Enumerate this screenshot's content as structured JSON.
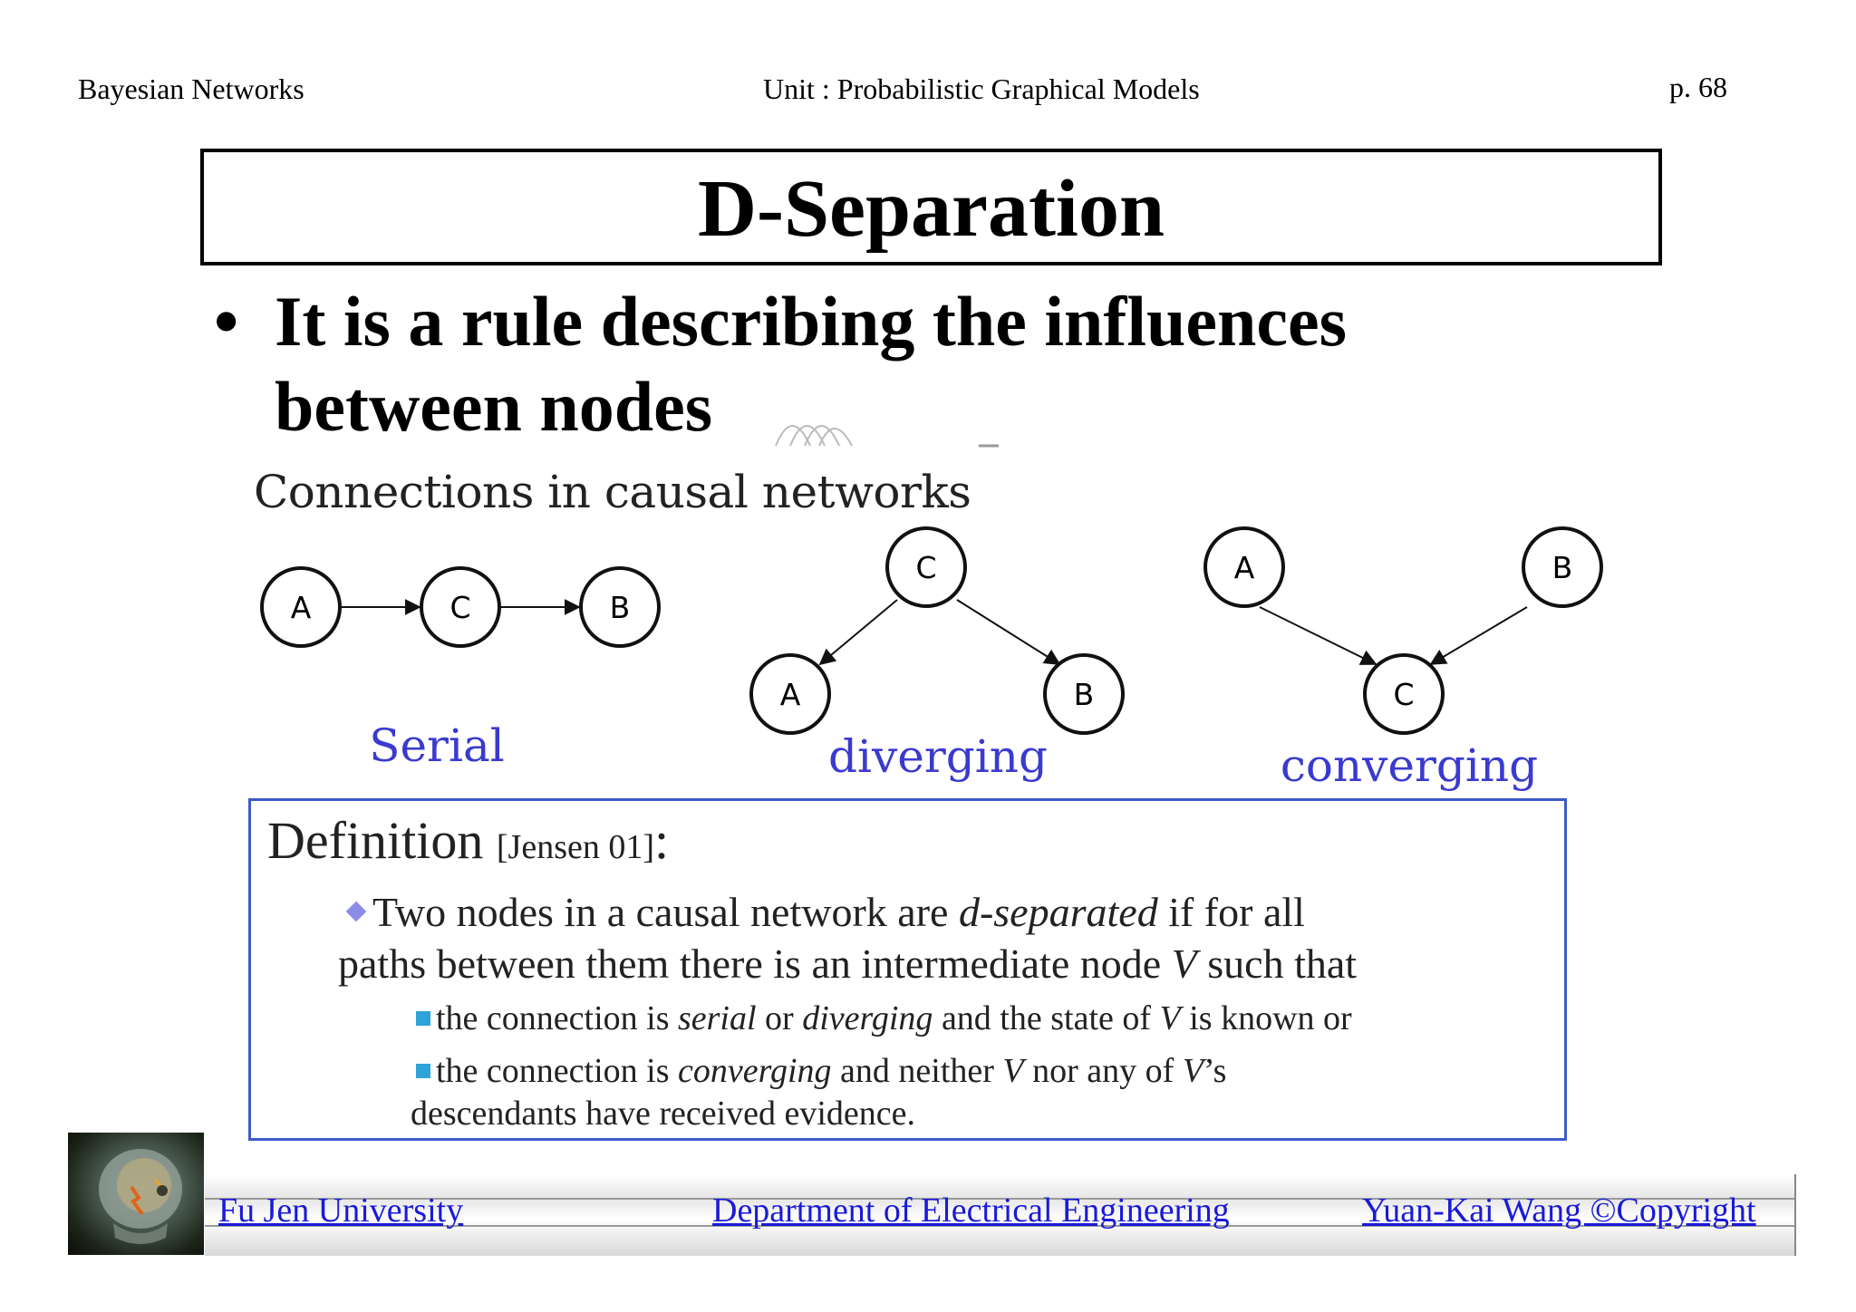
{
  "header": {
    "left": "Bayesian Networks",
    "center": "Unit : Probabilistic Graphical Models",
    "page": "p.  68"
  },
  "title": "D-Separation",
  "bullet": {
    "symbol": "•",
    "line1": "It is a rule describing the influences",
    "line2": "between nodes"
  },
  "figure": {
    "heading": "Connections in causal networks",
    "serial": {
      "label": "Serial",
      "nodes": [
        "A",
        "C",
        "B"
      ]
    },
    "diverging": {
      "label": "diverging",
      "nodes": [
        "C",
        "A",
        "B"
      ]
    },
    "converging": {
      "label": "converging",
      "nodes": [
        "A",
        "B",
        "C"
      ]
    }
  },
  "definition": {
    "heading": "Definition",
    "citation": "[Jensen 01]",
    "colon": ":",
    "main_part1": "Two nodes in a causal network are ",
    "main_em": "d-separated",
    "main_part2": " if for all",
    "main_line2a": "paths between them there is an intermediate node ",
    "main_line2_var": "V",
    "main_line2b": " such that",
    "cond1": {
      "a": "the connection is ",
      "em1": "serial",
      "b": " or ",
      "em2": "diverging",
      "c": " and the state of ",
      "var": "V",
      "d": " is known or"
    },
    "cond2": {
      "a": "the connection is ",
      "em1": "converging",
      "b": " and neither ",
      "var1": "V",
      "c": " nor any of ",
      "var2": "V",
      "d": "’s",
      "line2": "descendants have received evidence."
    }
  },
  "footer": {
    "left": "Fu Jen University",
    "center": "Department of Electrical Engineering",
    "right": "Yuan-Kai Wang ©Copyright"
  },
  "colors": {
    "diagram_label": "#3a3ad0",
    "definition_border": "#3e5ac8",
    "footer_link": "#1a1ad8"
  }
}
